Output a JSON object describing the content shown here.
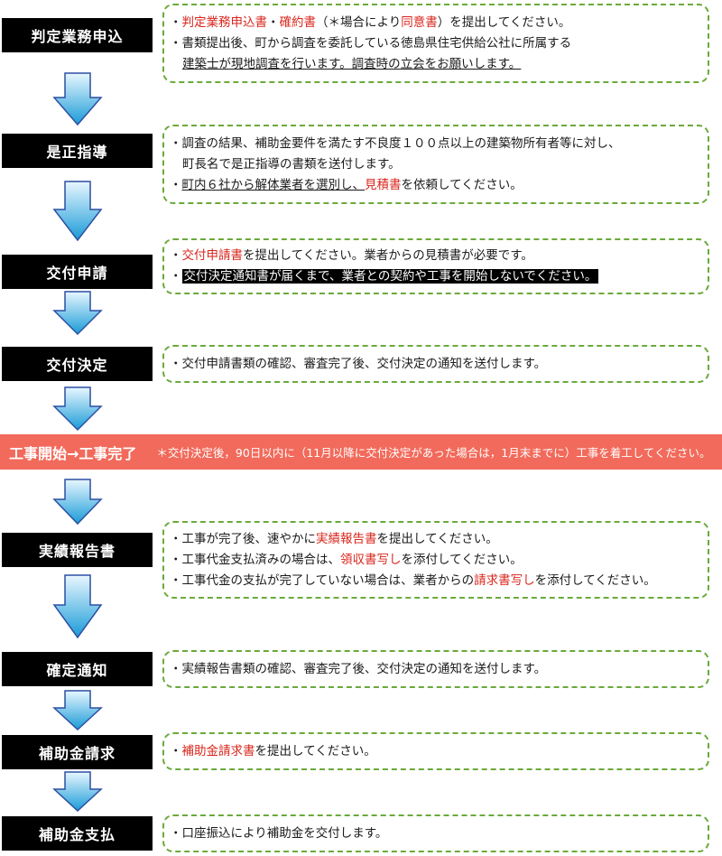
{
  "colors": {
    "step_bg": "#000000",
    "dash_border": "#6aaa3a",
    "accent_red": "#d9261c",
    "banner_bg": "#f26a5b",
    "arrow_top": "#e8f7ff",
    "arrow_bottom": "#1a9bd7",
    "arrow_outline": "#2d4fa3"
  },
  "steps": {
    "s1": {
      "title": "判定業務申込",
      "l1_red1": "判定業務申込書",
      "l1_sep": "・",
      "l1_red2": "確約書",
      "l1_mid": "（＊場合により",
      "l1_red3": "同意書",
      "l1_end": "）を提出してください。",
      "l2": "書類提出後、町から調査を委託している徳島県住宅供給公社に所属する",
      "l3": "建築士が現地調査を行います。調査時の立会をお願いします。"
    },
    "s2": {
      "title": "是正指導",
      "l1": "調査の結果、補助金要件を満たす不良度１００点以上の建築物所有者等に対し、",
      "l2": "町長名で是正指導の書類を送付します。",
      "l3_pre": "町内６社から解体業者を選別し、",
      "l3_red": "見積書",
      "l3_end": "を依頼してください。"
    },
    "s3": {
      "title": "交付申請",
      "l1_red": "交付申請書",
      "l1_end": "を提出してください。業者からの見積書が必要です。",
      "l2": "交付決定通知書が届くまで、業者との契約や工事を開始しないでください。"
    },
    "s4": {
      "title": "交付決定",
      "l1": "交付申請書類の確認、審査完了後、交付決定の通知を送付します。"
    },
    "banner": {
      "title": "工事開始→工事完了",
      "note": "＊交付決定後，90日以内に（11月以降に交付決定があった場合は，1月末までに）工事を着工してください。"
    },
    "s5": {
      "title": "実績報告書",
      "l1_pre": "工事が完了後、速やかに",
      "l1_red": "実績報告書",
      "l1_end": "を提出してください。",
      "l2_pre": "工事代金支払済みの場合は、",
      "l2_red": "領収書写し",
      "l2_end": "を添付してください。",
      "l3_pre": "工事代金の支払が完了していない場合は、業者からの",
      "l3_red": "請求書写し",
      "l3_end": "を添付してください。"
    },
    "s6": {
      "title": "確定通知",
      "l1": "実績報告書類の確認、審査完了後、交付決定の通知を送付します。"
    },
    "s7": {
      "title": "補助金請求",
      "l1_red": "補助金請求書",
      "l1_end": "を提出してください。"
    },
    "s8": {
      "title": "補助金支払",
      "l1": "口座振込により補助金を交付します。"
    }
  },
  "bullet": "・"
}
